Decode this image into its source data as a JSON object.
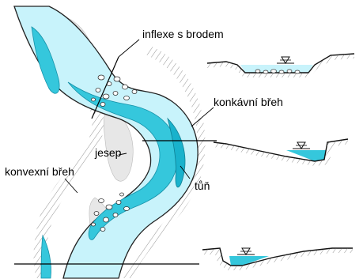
{
  "labels": {
    "inflexe": "inflexe s brodem",
    "konkavni": "konkávní břeh",
    "jesep": "jesep",
    "konvexni": "konvexní břeh",
    "tun": "tůň"
  },
  "colors": {
    "water_light": "#c8f3fb",
    "water_deep": "#35c7dc",
    "water_deeper": "#19b2cc",
    "bank": "#e7e7e7",
    "ink": "#111111"
  },
  "icons": {
    "water_level": "water-level-triangle-icon"
  }
}
